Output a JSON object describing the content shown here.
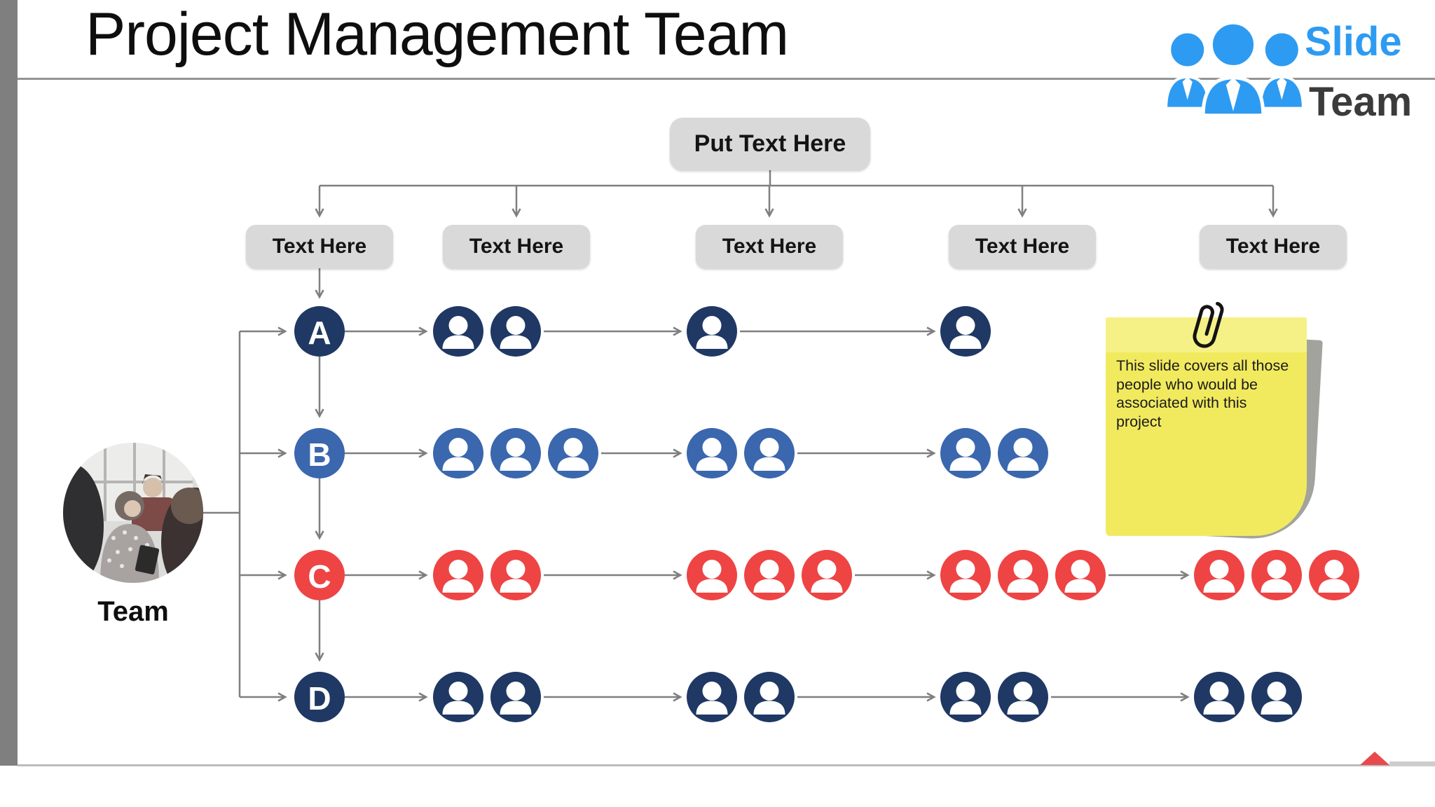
{
  "slide": {
    "title": "Project Management Team"
  },
  "logo": {
    "line1": "Slide",
    "line2": "Team"
  },
  "tree": {
    "root_label": "Put Text Here",
    "column_labels": [
      "Text Here",
      "Text Here",
      "Text Here",
      "Text Here",
      "Text Here"
    ]
  },
  "team": {
    "label": "Team"
  },
  "note": {
    "lines": [
      "This slide covers all those",
      "people who would be",
      "associated with this",
      "project"
    ]
  },
  "diagram": {
    "rows": [
      {
        "letter": "A",
        "color": "navy",
        "groups": [
          2,
          1,
          1
        ]
      },
      {
        "letter": "B",
        "color": "blue",
        "groups": [
          3,
          2,
          2
        ]
      },
      {
        "letter": "C",
        "color": "red",
        "groups": [
          2,
          3,
          3,
          3
        ]
      },
      {
        "letter": "D",
        "color": "navy",
        "groups": [
          2,
          2,
          2,
          2
        ]
      }
    ]
  },
  "colors": {
    "navy": "#1F3864",
    "blue": "#3A67AE",
    "red": "#EE4444",
    "line": "#7F7F7F",
    "box_bg": "#D9D9D9",
    "note_yellow": "#F1EA5F",
    "note_top": "#F6F187",
    "note_shadow": "#A3A39E",
    "logo_blue": "#2E9BF2",
    "logo_dark": "#3B3B3B",
    "sidebar_gray": "#7F7F7F",
    "triangle_red": "#E8494B"
  }
}
